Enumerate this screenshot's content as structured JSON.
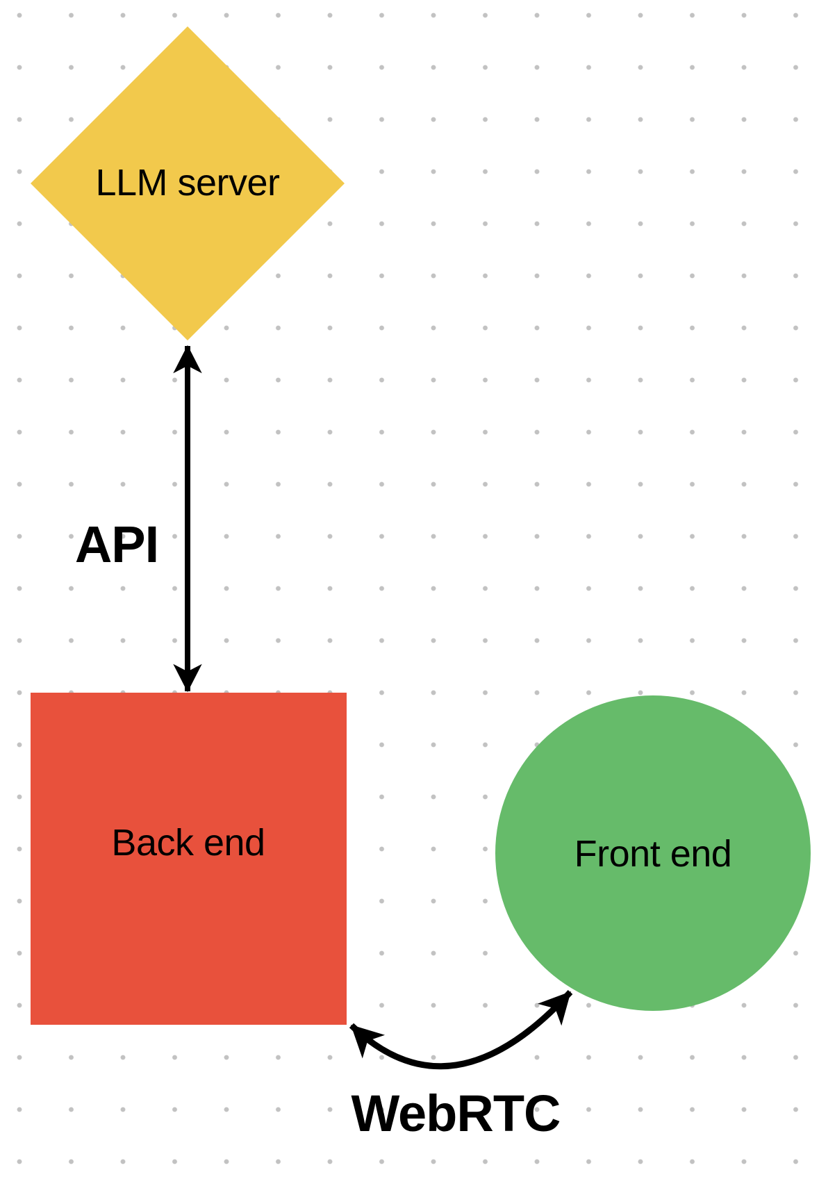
{
  "canvas": {
    "background_color": "#FFFFFF",
    "dot_color": "#C2C2C2",
    "arrow_color": "#000000",
    "text_color": "#000000"
  },
  "nodes": {
    "llm_server": {
      "label": "LLM server",
      "shape": "diamond",
      "color": "#F2C94C"
    },
    "back_end": {
      "label": "Back end",
      "shape": "square",
      "color": "#E8513C"
    },
    "front_end": {
      "label": "Front end",
      "shape": "circle",
      "color": "#66BB6A"
    }
  },
  "edges": {
    "api": {
      "label": "API",
      "type": "double-headed-arrow",
      "style": "straight",
      "from": "llm_server",
      "to": "back_end"
    },
    "webrtc": {
      "label": "WebRTC",
      "type": "double-headed-arrow",
      "style": "curved",
      "from": "back_end",
      "to": "front_end"
    }
  }
}
